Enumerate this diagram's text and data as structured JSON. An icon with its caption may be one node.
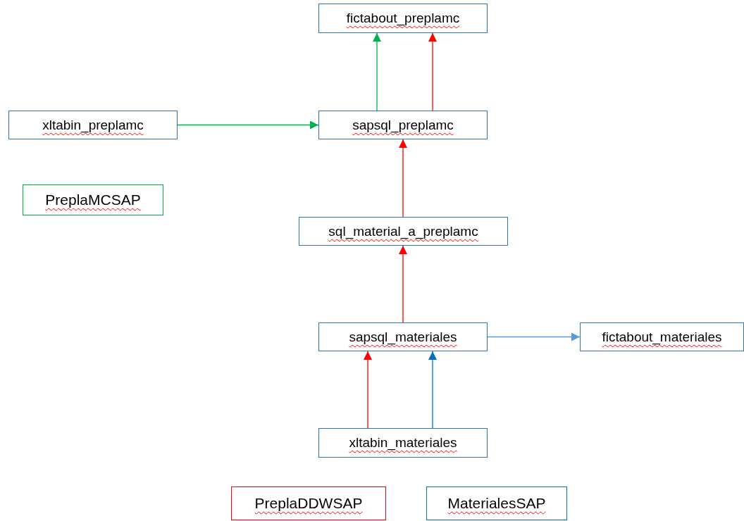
{
  "diagram": {
    "nodes": [
      {
        "text": [
          "fictabout_preplamc"
        ]
      },
      {
        "text": [
          "xltabin_preplamc"
        ]
      },
      {
        "text": [
          "sapsql_preplamc"
        ]
      },
      {
        "text": [
          "sql_material_a_preplamc"
        ]
      },
      {
        "text": [
          "sapsql_materiales"
        ]
      },
      {
        "text": [
          "fictabout_materiales"
        ]
      },
      {
        "text": [
          "xltabin_materiales"
        ]
      }
    ],
    "edges": [
      {
        "from": 1,
        "to": 2,
        "arrow": "to",
        "color": "#00b050"
      },
      {
        "from": 2,
        "to": 0,
        "arrow": "to",
        "color": "#00b050"
      },
      {
        "from": 2,
        "to": 0,
        "arrow": "to"
      },
      {
        "from": 3,
        "to": 2,
        "arrow": "to"
      },
      {
        "from": 4,
        "to": 3,
        "arrow": "to"
      },
      {
        "from": 4,
        "to": 5,
        "arrow": "to",
        "color": "#5b9bd5"
      },
      {
        "from": 6,
        "to": 4,
        "arrow": "to"
      },
      {
        "from": 6,
        "to": 4,
        "arrow": "to",
        "color": "#0070c0"
      }
    ],
    "legend": [
      {
        "text": "PreplaMCSAP",
        "color": "#00b050"
      },
      {
        "text": "PreplaDDWSAP",
        "color": "#ff0000"
      },
      {
        "text": "MaterialesSAP",
        "color": "#0070c0"
      }
    ]
  }
}
